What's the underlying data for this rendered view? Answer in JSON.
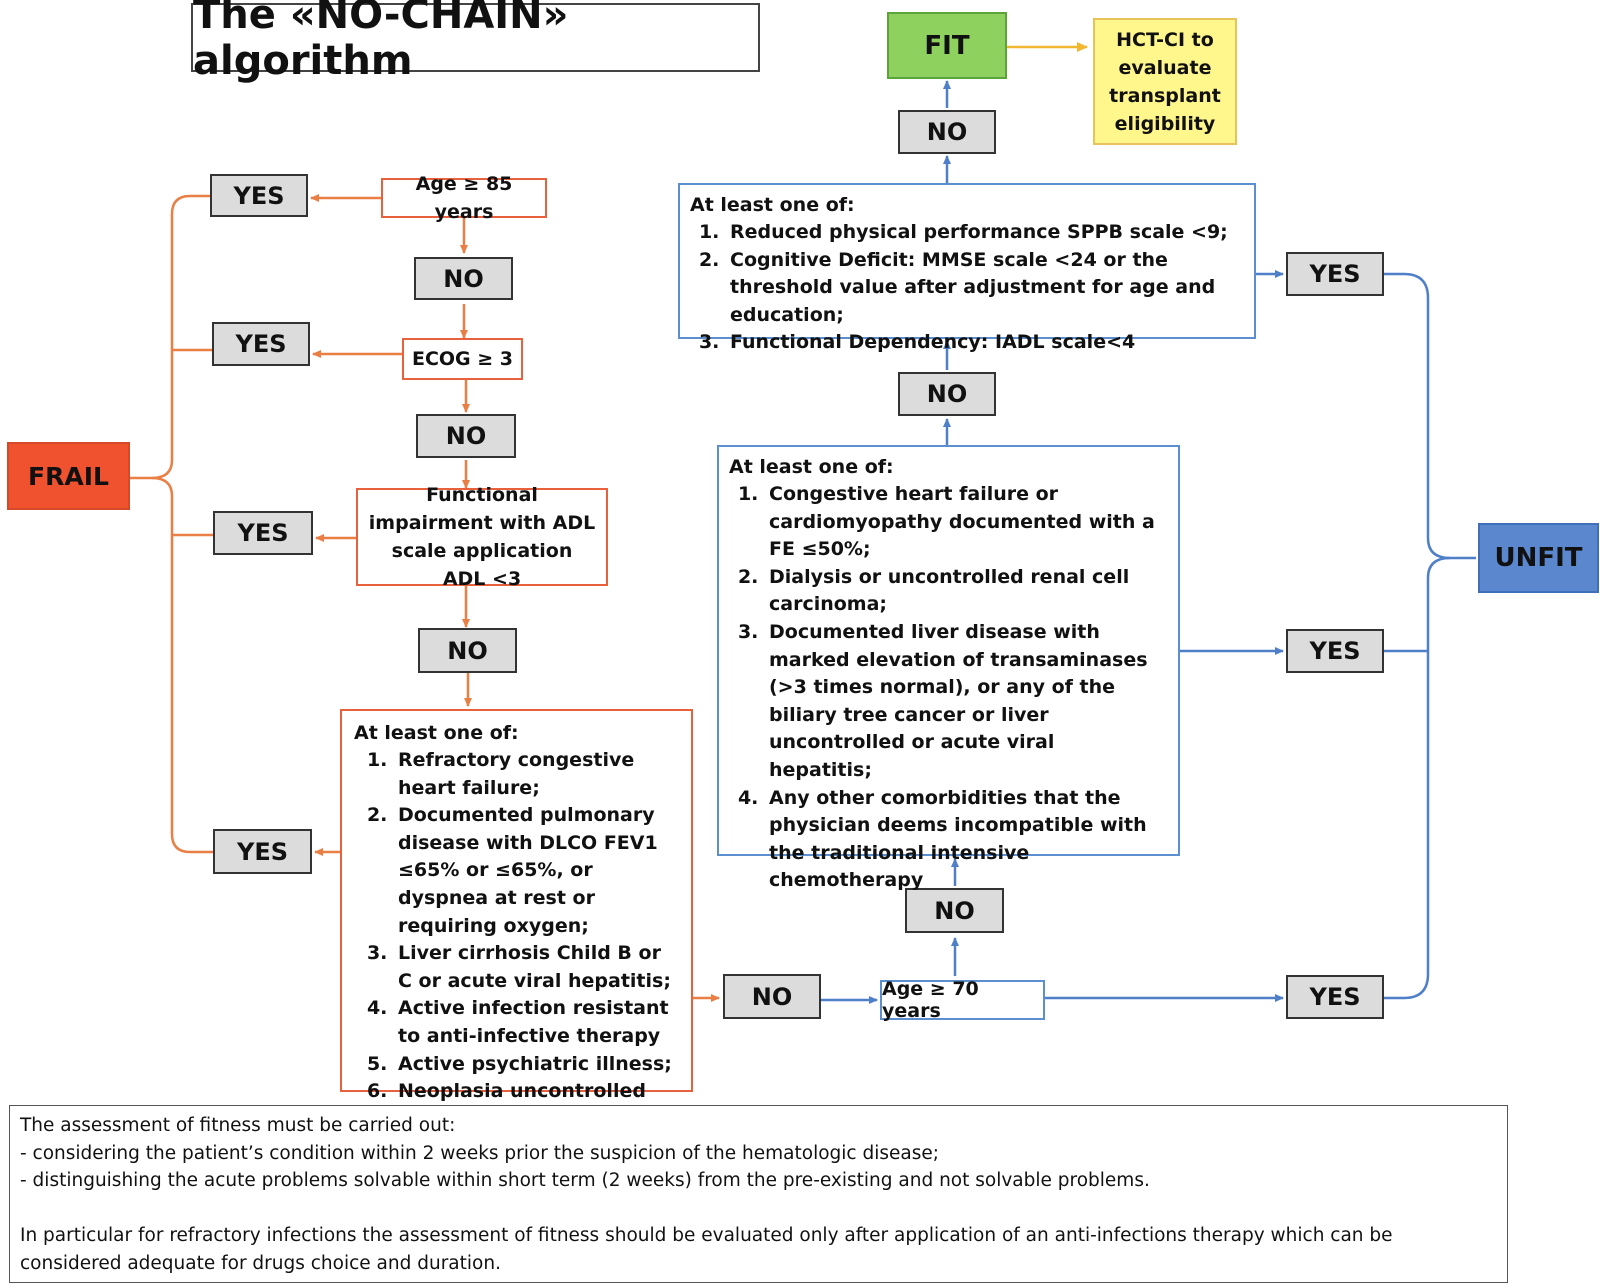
{
  "title": "The «NO-CHAIN» algorithm",
  "colors": {
    "frail": "#f0512f",
    "unfit": "#5b87cf",
    "fit": "#8fd15e",
    "hct": "#fff68c",
    "orange_line": "#ea7f45",
    "blue_line": "#4f7fc9",
    "yellow_line": "#f2b730"
  },
  "outcomes": {
    "frail": "FRAIL",
    "unfit": "UNFIT",
    "fit": "FIT",
    "hct": "HCT-CI to evaluate transplant eligibility"
  },
  "labels": {
    "yes": "YES",
    "no": "NO"
  },
  "frail_path": {
    "age": "Age ≥ 85 years",
    "ecog": "ECOG ≥ 3",
    "adl": "Functional impairment with ADL scale application ADL <3",
    "comorbid_head": "At least one of:",
    "comorbid_items": [
      "Refractory congestive heart failure;",
      "Documented pulmonary disease with DLCO FEV1 ≤65% or ≤65%, or dyspnea at rest or requiring oxygen;",
      "Liver cirrhosis Child B or C or acute viral hepatitis;",
      "Active infection resistant to anti-infective therapy",
      "Active psychiatric illness;",
      "Neoplasia uncontrolled"
    ]
  },
  "unfit_path": {
    "age": "Age ≥ 70 years",
    "comorbid_head": "At least one of:",
    "comorbid_items": [
      "Congestive heart failure or cardiomyopathy documented with a FE ≤50%;",
      "Dialysis or uncontrolled renal cell carcinoma;",
      "Documented liver disease with marked elevation of transaminases (>3 times normal), or any of the biliary tree cancer or liver uncontrolled or acute viral hepatitis;",
      "Any other comorbidities that the physician deems incompatible with the traditional intensive chemotherapy"
    ],
    "geriatric_head": "At least one of:",
    "geriatric_items": [
      "Reduced physical performance SPPB scale <9;",
      "Cognitive Deficit: MMSE scale <24 or the threshold value after adjustment for age and education;",
      "Functional Dependency: IADL scale<4"
    ]
  },
  "note": {
    "line1": "The assessment of fitness must be carried out:",
    "line2": "- considering the patient’s condition within 2 weeks prior the suspicion of the hematologic disease;",
    "line3": "- distinguishing the acute problems solvable within short term (2 weeks) from the pre-existing and not solvable problems.",
    "line4": "In particular for refractory infections the assessment of fitness should be evaluated only after application of an anti-infections therapy which can be considered adequate for drugs choice and duration."
  }
}
